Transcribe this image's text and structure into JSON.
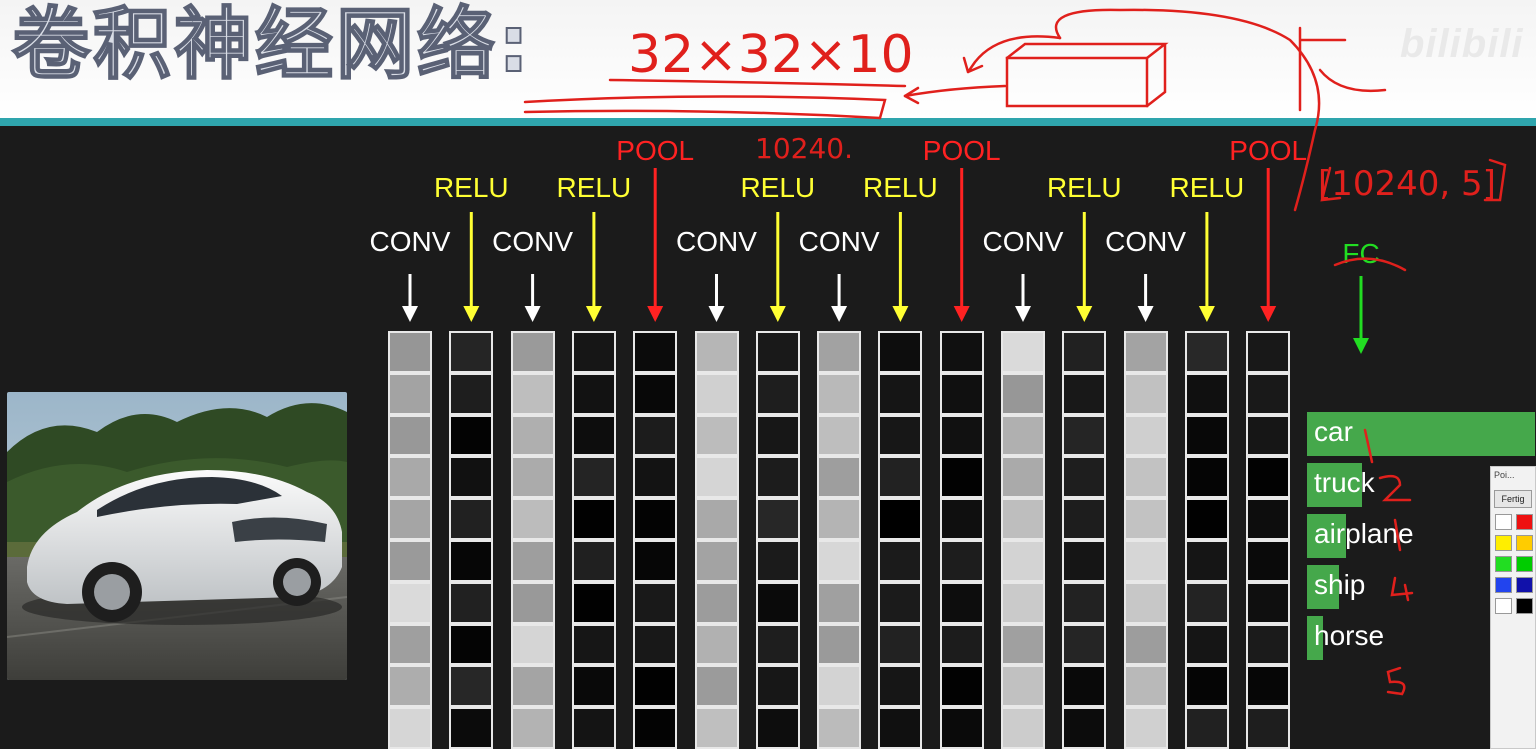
{
  "title": "卷积神经网络:",
  "watermark": "bilibili",
  "layers": [
    {
      "type": "conv",
      "label": "CONV"
    },
    {
      "type": "relu",
      "label": "RELU"
    },
    {
      "type": "conv",
      "label": "CONV"
    },
    {
      "type": "relu",
      "label": "RELU"
    },
    {
      "type": "pool",
      "label": "POOL"
    },
    {
      "type": "conv",
      "label": "CONV"
    },
    {
      "type": "relu",
      "label": "RELU"
    },
    {
      "type": "conv",
      "label": "CONV"
    },
    {
      "type": "relu",
      "label": "RELU"
    },
    {
      "type": "pool",
      "label": "POOL"
    },
    {
      "type": "conv",
      "label": "CONV"
    },
    {
      "type": "relu",
      "label": "RELU"
    },
    {
      "type": "conv",
      "label": "CONV"
    },
    {
      "type": "relu",
      "label": "RELU"
    },
    {
      "type": "pool",
      "label": "POOL"
    }
  ],
  "fc": {
    "label": "FC"
  },
  "classes": [
    {
      "name": "car",
      "score": 1.0
    },
    {
      "name": "truck",
      "score": 0.24
    },
    {
      "name": "airplane",
      "score": 0.17
    },
    {
      "name": "ship",
      "score": 0.14
    },
    {
      "name": "horse",
      "score": 0.07
    }
  ],
  "annotations": {
    "dims": "32×32×10",
    "flat": "10240.",
    "fc_shape": "[10240, 5]",
    "fc_label": "FC",
    "class_marks": [
      "1",
      "2",
      "1",
      "4",
      "5"
    ]
  },
  "tool_panel": {
    "title": "Poi...",
    "button": "Fertig",
    "colors": [
      "#ffffff",
      "#ee1111",
      "#ffee00",
      "#ffcc00",
      "#22dd22",
      "#00cc00",
      "#2244ee",
      "#1111aa",
      "#ffffff",
      "#000000"
    ]
  },
  "colors": {
    "conv_arrow": "#ffffff",
    "relu_arrow": "#ffff33",
    "pool_arrow": "#ff2222",
    "fc_arrow": "#22dd22",
    "class_bar": "#45a84b",
    "teal_bar": "#2fa5ad",
    "ink": "#e0201c"
  }
}
